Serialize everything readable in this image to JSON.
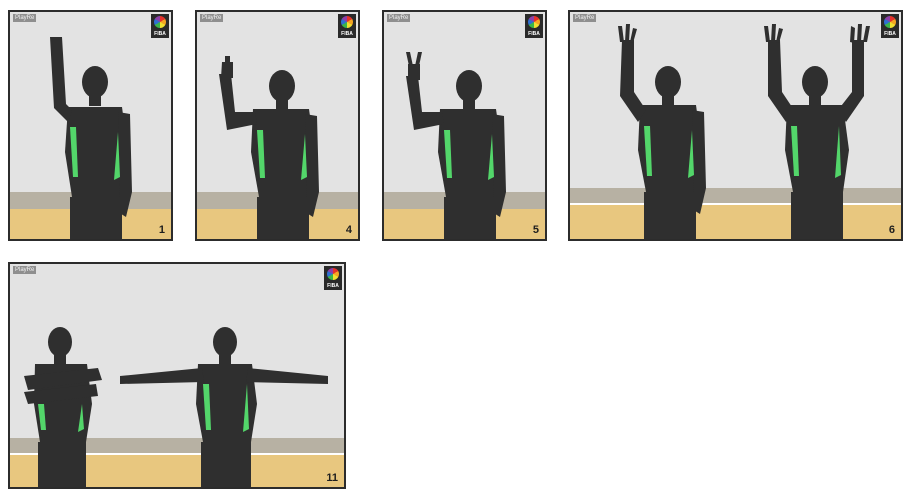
{
  "brand_mark": "PlayRe",
  "federation_logo_text": "FIBA",
  "panels": [
    {
      "number": "1"
    },
    {
      "number": "4"
    },
    {
      "number": "5"
    },
    {
      "number": "6"
    },
    {
      "number": "11"
    }
  ],
  "colors": {
    "wall": "#e3e3e3",
    "floor": "#e8c77f",
    "baseboard": "#b7b1a3",
    "silhouette": "#2f2f2f",
    "jersey_accent": "#53d66a"
  }
}
